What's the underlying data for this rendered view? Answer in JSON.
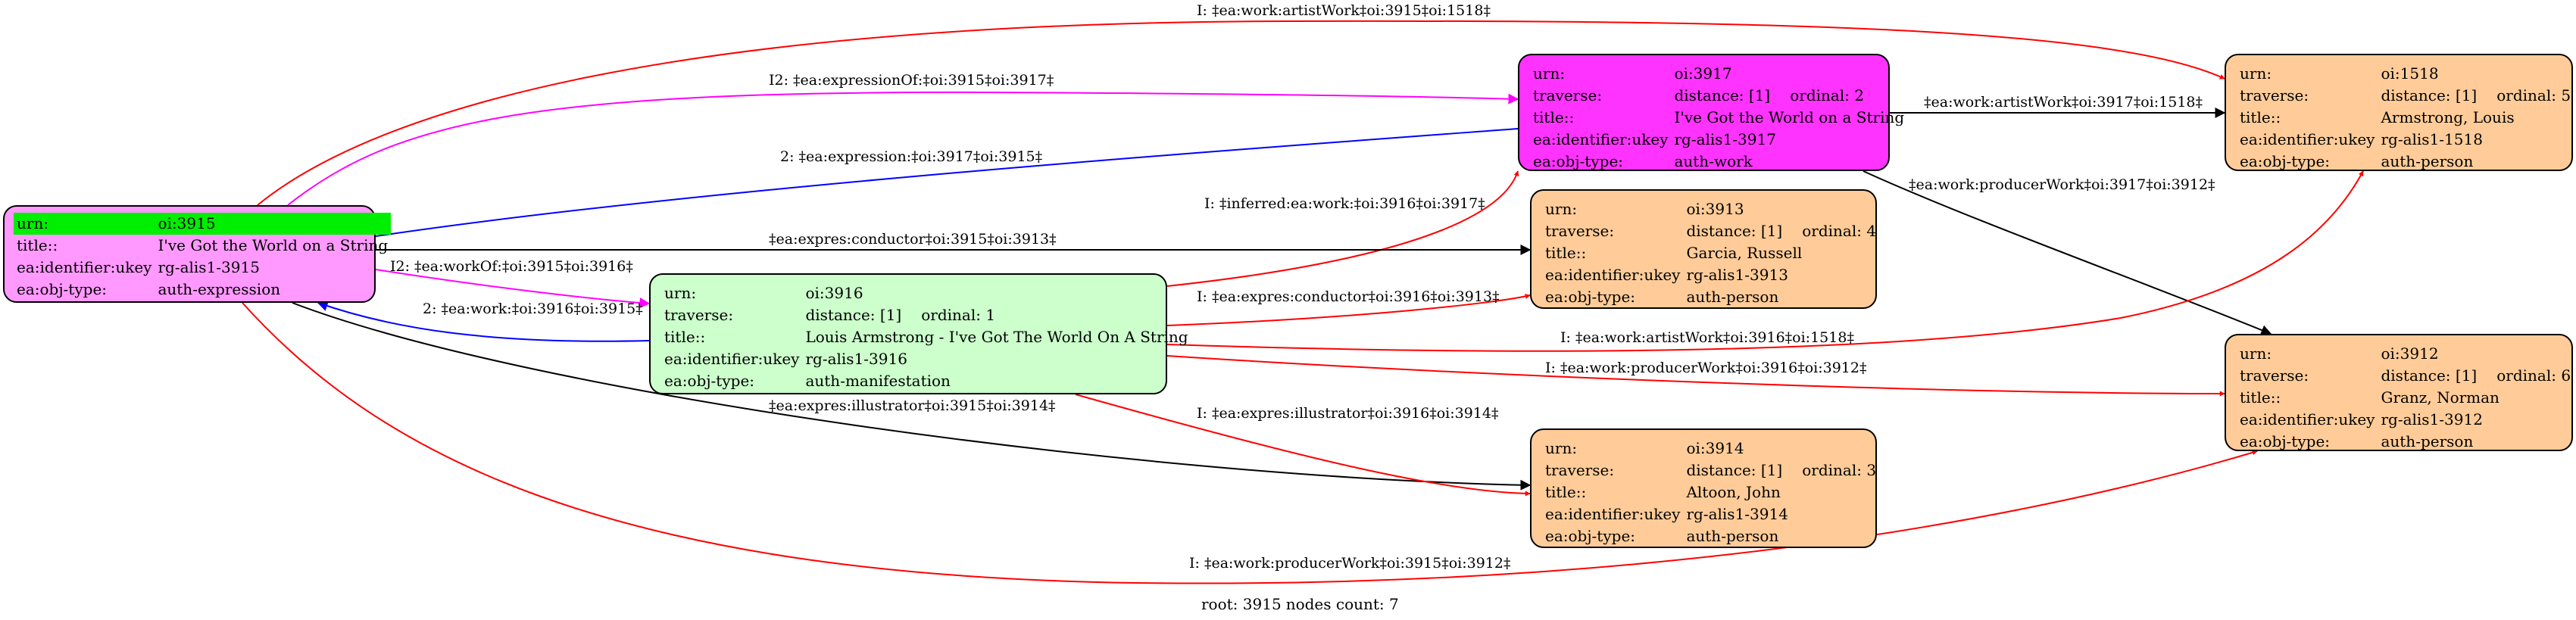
{
  "footer": {
    "root": "root: 3915",
    "count": "nodes count: 7"
  },
  "colors": {
    "root": "#ff99ff",
    "manifestation": "#ccffcc",
    "work": "#ff33ff",
    "person": "#ffcc99",
    "highlight": "#00ee00"
  },
  "nodes": {
    "n3915": {
      "rows": [
        {
          "k": "urn:",
          "v": "oi:3915"
        },
        {
          "k": "title::",
          "v": "I've Got the World on a String"
        },
        {
          "k": "ea:identifier:ukey",
          "v": "rg-alis1-3915"
        },
        {
          "k": "ea:obj-type:",
          "v": "auth-expression"
        }
      ]
    },
    "n3916": {
      "urn": "oi:3916",
      "distance": "distance: [1]",
      "ordinal": "ordinal: 1",
      "title": "Louis Armstrong - I've Got The World On A String",
      "ukey": "rg-alis1-3916",
      "type": "auth-manifestation"
    },
    "n3917": {
      "urn": "oi:3917",
      "distance": "distance: [1]",
      "ordinal": "ordinal: 2",
      "title": "I've Got the World on a String",
      "ukey": "rg-alis1-3917",
      "type": "auth-work"
    },
    "n3913": {
      "urn": "oi:3913",
      "distance": "distance: [1]",
      "ordinal": "ordinal: 4",
      "title": "Garcia, Russell",
      "ukey": "rg-alis1-3913",
      "type": "auth-person"
    },
    "n3914": {
      "urn": "oi:3914",
      "distance": "distance: [1]",
      "ordinal": "ordinal: 3",
      "title": "Altoon, John",
      "ukey": "rg-alis1-3914",
      "type": "auth-person"
    },
    "n1518": {
      "urn": "oi:1518",
      "distance": "distance: [1]",
      "ordinal": "ordinal: 5",
      "title": "Armstrong, Louis",
      "ukey": "rg-alis1-1518",
      "type": "auth-person"
    },
    "n3912": {
      "urn": "oi:3912",
      "distance": "distance: [1]",
      "ordinal": "ordinal: 6",
      "title": "Granz, Norman",
      "ukey": "rg-alis1-3912",
      "type": "auth-person"
    }
  },
  "keys": {
    "urn": "urn:",
    "traverse": "traverse:",
    "title": "title::",
    "ukey": "ea:identifier:ukey",
    "type": "ea:obj-type:"
  },
  "edges": [
    {
      "label": "I: ‡ea:work:artistWork‡oi:3915‡oi:1518‡",
      "color": "#ff0000"
    },
    {
      "label": "I2: ‡ea:expressionOf:‡oi:3915‡oi:3917‡",
      "color": "#ff00ff"
    },
    {
      "label": "2: ‡ea:expression:‡oi:3917‡oi:3915‡",
      "color": "#0000ff"
    },
    {
      "label": "‡ea:work:artistWork‡oi:3917‡oi:1518‡",
      "color": "#000000"
    },
    {
      "label": "‡ea:work:producerWork‡oi:3917‡oi:3912‡",
      "color": "#000000"
    },
    {
      "label": "I: ‡inferred:ea:work:‡oi:3916‡oi:3917‡",
      "color": "#ff0000"
    },
    {
      "label": "‡ea:expres:conductor‡oi:3915‡oi:3913‡",
      "color": "#000000"
    },
    {
      "label": "I2: ‡ea:workOf:‡oi:3915‡oi:3916‡",
      "color": "#ff00ff"
    },
    {
      "label": "2: ‡ea:work:‡oi:3916‡oi:3915‡",
      "color": "#0000ff"
    },
    {
      "label": "I: ‡ea:expres:conductor‡oi:3916‡oi:3913‡",
      "color": "#ff0000"
    },
    {
      "label": "I: ‡ea:work:artistWork‡oi:3916‡oi:1518‡",
      "color": "#ff0000"
    },
    {
      "label": "I: ‡ea:work:producerWork‡oi:3916‡oi:3912‡",
      "color": "#ff0000"
    },
    {
      "label": "‡ea:expres:illustrator‡oi:3915‡oi:3914‡",
      "color": "#000000"
    },
    {
      "label": "I: ‡ea:expres:illustrator‡oi:3916‡oi:3914‡",
      "color": "#ff0000"
    },
    {
      "label": "I: ‡ea:work:producerWork‡oi:3915‡oi:3912‡",
      "color": "#ff0000"
    }
  ]
}
